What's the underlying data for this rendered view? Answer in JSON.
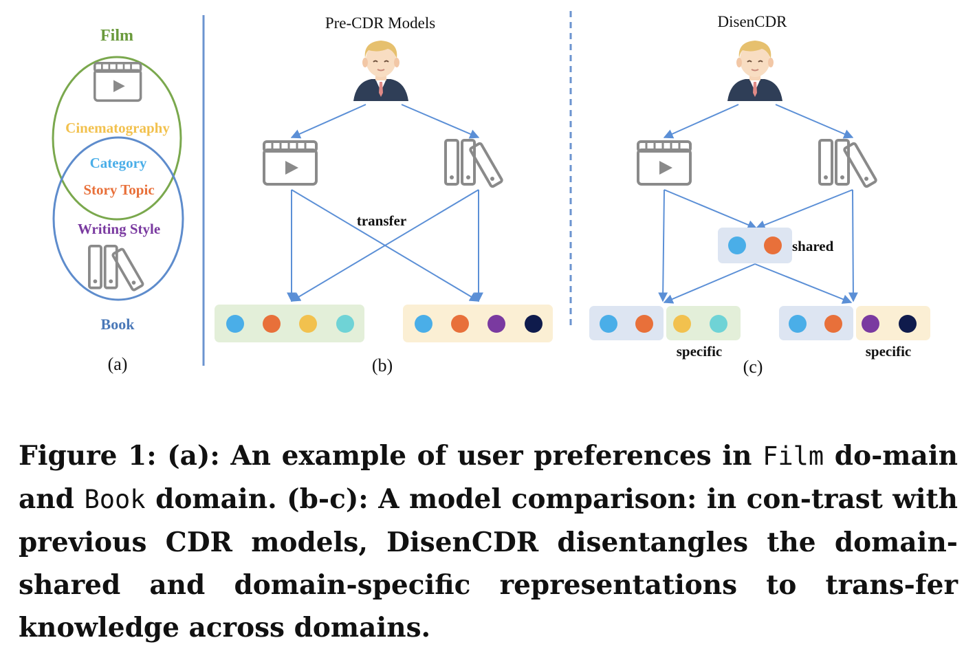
{
  "panel_a": {
    "film_label": "Film",
    "cinematography_label": "Cinematography",
    "category_label": "Category",
    "story_topic_label": "Story Topic",
    "writing_style_label": "Writing Style",
    "book_label": "Book",
    "panel_label": "(a)"
  },
  "panel_b": {
    "title": "Pre-CDR Models",
    "transfer_label": "transfer",
    "panel_label": "(b)"
  },
  "panel_c": {
    "title": "DisenCDR",
    "shared_label": "shared",
    "specific_label_left": "specific",
    "specific_label_right": "specific",
    "panel_label": "(c)"
  },
  "colors": {
    "film_green": "#6a9a3c",
    "book_blue": "#4a78b8",
    "cinematography": "#f2c14e",
    "category": "#4aaee8",
    "story_topic": "#e8703a",
    "writing_style": "#7a3aa0",
    "teal": "#6fd3d6",
    "navy": "#0f1b4c",
    "arrow": "#5b8fd6"
  },
  "caption": {
    "prefix": "Figure 1: (a): An example of user preferences in ",
    "film_mono": "Film",
    "mid1": " do-main and ",
    "book_mono": "Book",
    "rest": " domain. (b-c): A model comparison: in con-trast with previous CDR models, DisenCDR disentangles the domain-shared and domain-specific representations to trans-fer knowledge across domains."
  }
}
